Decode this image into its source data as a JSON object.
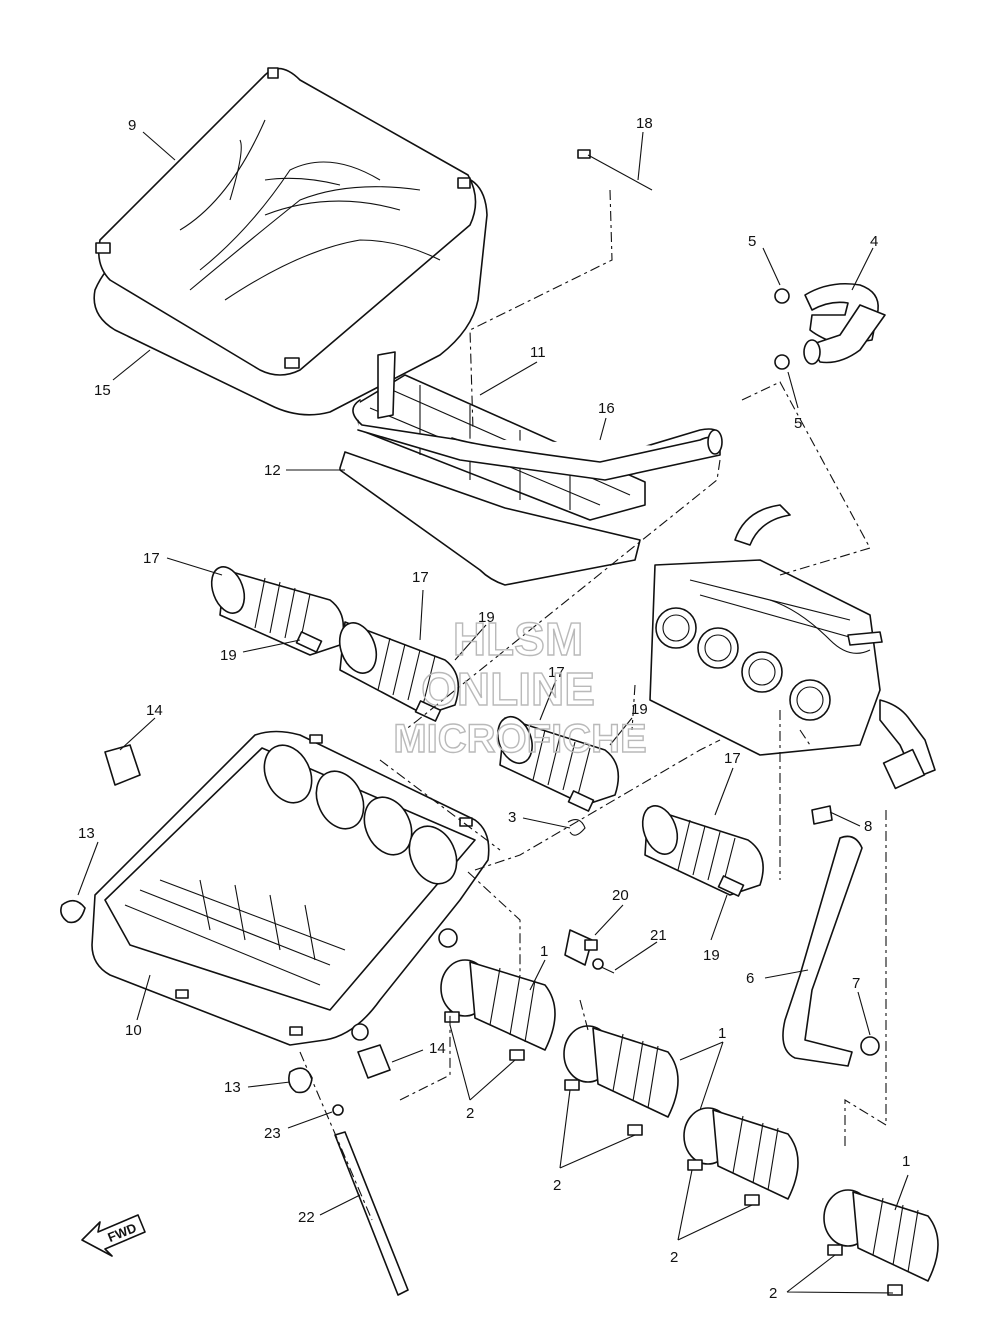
{
  "watermark": {
    "line1": "HLSM",
    "line2": "ONLINE",
    "line3": "MICROFICHE"
  },
  "fwd_label": "FWD",
  "callouts": [
    "9",
    "18",
    "5",
    "4",
    "5",
    "11",
    "16",
    "15",
    "12",
    "17",
    "17",
    "19",
    "19",
    "14",
    "17",
    "19",
    "13",
    "3",
    "17",
    "8",
    "20",
    "21",
    "1",
    "6",
    "7",
    "19",
    "10",
    "14",
    "1",
    "13",
    "2",
    "23",
    "2",
    "1",
    "2",
    "22",
    "2"
  ]
}
